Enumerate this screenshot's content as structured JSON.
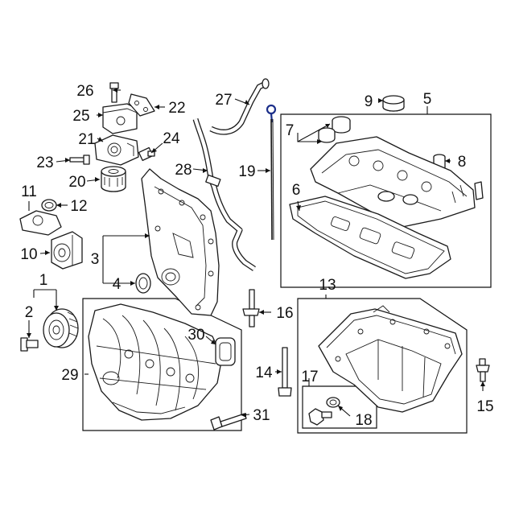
{
  "diagram": {
    "callouts": {
      "c1": "1",
      "c2": "2",
      "c3": "3",
      "c4": "4",
      "c5": "5",
      "c6": "6",
      "c7": "7",
      "c8": "8",
      "c9": "9",
      "c10": "10",
      "c11": "11",
      "c12": "12",
      "c13": "13",
      "c14": "14",
      "c15": "15",
      "c16": "16",
      "c17": "17",
      "c18": "18",
      "c19": "19",
      "c20": "20",
      "c21": "21",
      "c22": "22",
      "c23": "23",
      "c24": "24",
      "c25": "25",
      "c26": "26",
      "c27": "27",
      "c28": "28",
      "c29": "29",
      "c30": "30",
      "c31": "31"
    },
    "colors": {
      "line": "#111111",
      "highlight": "#1c2f8a",
      "background": "#ffffff"
    }
  }
}
